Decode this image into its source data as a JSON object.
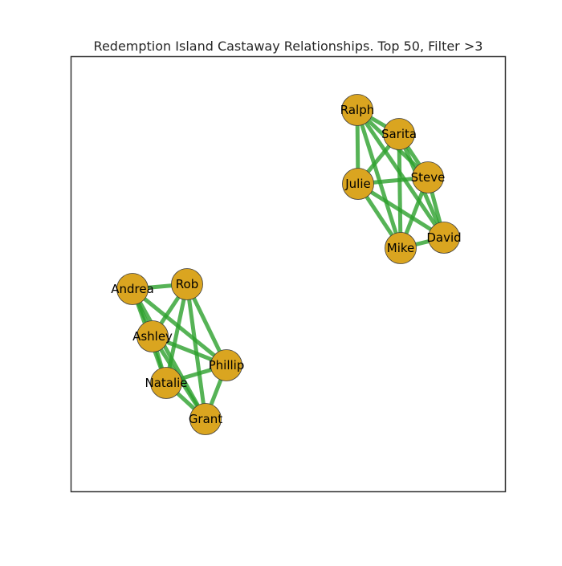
{
  "title": "Redemption Island Castaway Relationships. Top 50, Filter >3",
  "colors": {
    "node_fill": "#daa520",
    "node_stroke": "#3d3d3d",
    "edge": "#2ca02c",
    "frame": "#333333"
  },
  "nodes": [
    {
      "id": "ralph",
      "label": "Ralph"
    },
    {
      "id": "sarita",
      "label": "Sarita"
    },
    {
      "id": "julie",
      "label": "Julie"
    },
    {
      "id": "steve",
      "label": "Steve"
    },
    {
      "id": "mike",
      "label": "Mike"
    },
    {
      "id": "david",
      "label": "David"
    },
    {
      "id": "andrea",
      "label": "Andrea"
    },
    {
      "id": "rob",
      "label": "Rob"
    },
    {
      "id": "ashley",
      "label": "Ashley"
    },
    {
      "id": "phillip",
      "label": "Phillip"
    },
    {
      "id": "natalie",
      "label": "Natalie"
    },
    {
      "id": "grant",
      "label": "Grant"
    }
  ],
  "edges": [
    [
      "ralph",
      "sarita"
    ],
    [
      "ralph",
      "julie"
    ],
    [
      "ralph",
      "steve"
    ],
    [
      "ralph",
      "mike"
    ],
    [
      "ralph",
      "david"
    ],
    [
      "sarita",
      "julie"
    ],
    [
      "sarita",
      "steve"
    ],
    [
      "sarita",
      "mike"
    ],
    [
      "sarita",
      "david"
    ],
    [
      "julie",
      "steve"
    ],
    [
      "julie",
      "mike"
    ],
    [
      "julie",
      "david"
    ],
    [
      "steve",
      "mike"
    ],
    [
      "steve",
      "david"
    ],
    [
      "mike",
      "david"
    ],
    [
      "andrea",
      "rob"
    ],
    [
      "andrea",
      "ashley"
    ],
    [
      "andrea",
      "phillip"
    ],
    [
      "andrea",
      "natalie"
    ],
    [
      "andrea",
      "grant"
    ],
    [
      "rob",
      "ashley"
    ],
    [
      "rob",
      "natalie"
    ],
    [
      "rob",
      "phillip"
    ],
    [
      "rob",
      "grant"
    ],
    [
      "ashley",
      "natalie"
    ],
    [
      "ashley",
      "phillip"
    ],
    [
      "ashley",
      "grant"
    ],
    [
      "natalie",
      "phillip"
    ],
    [
      "natalie",
      "grant"
    ],
    [
      "phillip",
      "grant"
    ]
  ]
}
